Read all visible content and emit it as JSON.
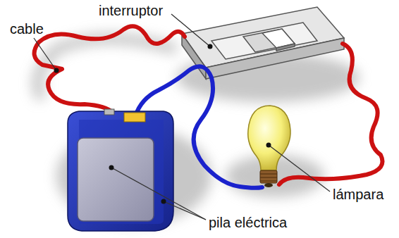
{
  "diagram": {
    "labels": [
      "cable",
      "interruptor",
      "lámpara",
      "pila eléctrica"
    ]
  }
}
